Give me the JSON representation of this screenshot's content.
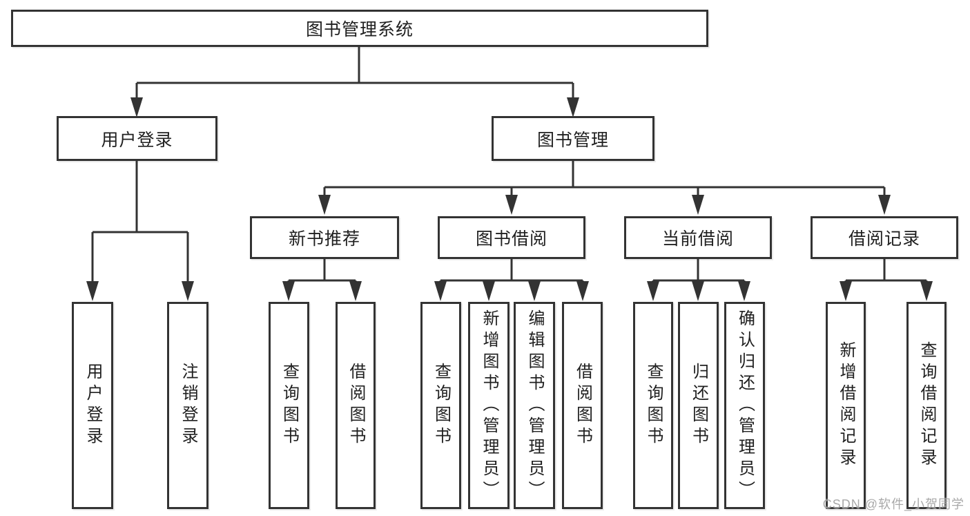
{
  "colors": {
    "line": "#333333",
    "box_border": "#333333",
    "text": "#1f1f1f",
    "watermark": "#a0a0a0",
    "background": "#ffffff"
  },
  "watermark": {
    "text": "CSDN @软件_小贺同学"
  },
  "tree": {
    "root": {
      "label": "图书管理系统"
    },
    "children": [
      {
        "label": "用户登录",
        "children": [
          {
            "label": "用户登录"
          },
          {
            "label": "注销登录"
          }
        ]
      },
      {
        "label": "图书管理",
        "children": [
          {
            "label": "新书推荐",
            "children": [
              {
                "label": "查询图书"
              },
              {
                "label": "借阅图书"
              }
            ]
          },
          {
            "label": "图书借阅",
            "children": [
              {
                "label": "查询图书"
              },
              {
                "label": "新增图书（管理员）"
              },
              {
                "label": "编辑图书（管理员）"
              },
              {
                "label": "借阅图书"
              }
            ]
          },
          {
            "label": "当前借阅",
            "children": [
              {
                "label": "查询图书"
              },
              {
                "label": "归还图书"
              },
              {
                "label": "确认归还（管理员）"
              }
            ]
          },
          {
            "label": "借阅记录",
            "children": [
              {
                "label": "新增借阅记录"
              },
              {
                "label": "查询借阅记录"
              }
            ]
          }
        ]
      }
    ]
  }
}
